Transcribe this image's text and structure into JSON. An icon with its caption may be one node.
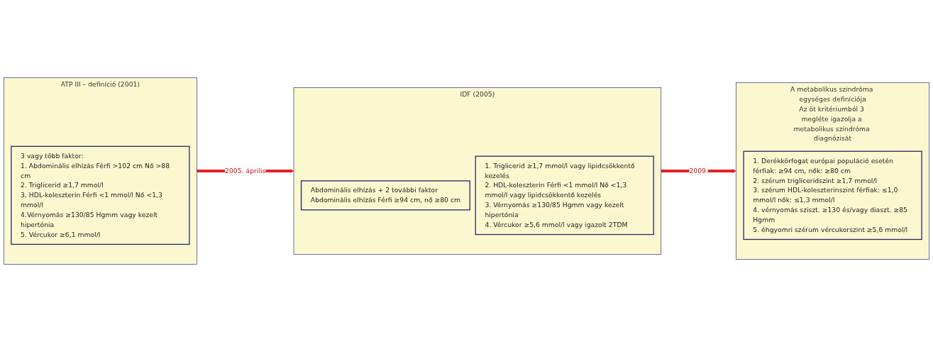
{
  "diagram": {
    "nodes": [
      {
        "text": [
          "ATP III – definíció (2001)"
        ]
      },
      {
        "text": [
          "3 vagy több faktor:",
          "1. Abdominális elhízás Férfi >102 cm Nő >88 cm",
          "2. Triglicerid ≥1,7 mmol/l",
          "3. HDL-koleszterin Férfi <1 mmol/l Nő <1,3 mmol/l",
          "4.Vérnyomás ≥130/85 Hgmm vagy kezelt hipertónia",
          "5. Vércukor ≥6,1 mmol/l"
        ],
        "in": 0
      },
      {
        "text": [
          "IDF (2005)"
        ]
      },
      {
        "text": [
          "Abdominális elhízás + 2 további faktor",
          "Abdominális elhízás Férfi ≥94 cm, nő ≥80 cm"
        ],
        "in": 2
      },
      {
        "text": [
          "1. Triglicerid ≥1,7 mmol/l vagy lipidcsökkentő kezelés",
          "2. HDL-koleszterin Férfi <1 mmol/l Nő <1,3 mmol/l vagy lipidcsökkentő kezelés",
          "3. Vérnyomás ≥130/85 Hgmm vagy kezelt hipertónia",
          "4. Vércukor ≥5,6 mmol/l vagy igazolt 2TDM"
        ],
        "in": 2
      },
      {
        "text": [
          "A metabolikus szindróma egységes definíciója",
          "Az öt kritériumból 3 megléte igazolja a metabolikus szindróma diagnózisát"
        ]
      },
      {
        "text": [
          "1. Derékkörfogat európai populáció esetén férfiak: ≥94 cm, nők: ≥80 cm",
          "2. szérum trigliceridszint ≥1,7 mmol/l",
          "3. szérum HDL-koleszterinszint férfiak: ≤1,0 mmol/l nők: ≤1,3 mmol/l",
          "4. vérnyomás sziszt. ≥130 és/vagy diaszt. ≥85 Hgmm",
          "5. éhgyomri szérum vércukorszint ≥5,6 mmol/l"
        ],
        "in": 5
      }
    ],
    "edges": [
      {
        "from": 0,
        "to": 2,
        "label": "2005. április",
        "arrow": "to"
      },
      {
        "from": 2,
        "to": 5,
        "label": "2009.",
        "arrow": "to"
      }
    ]
  }
}
